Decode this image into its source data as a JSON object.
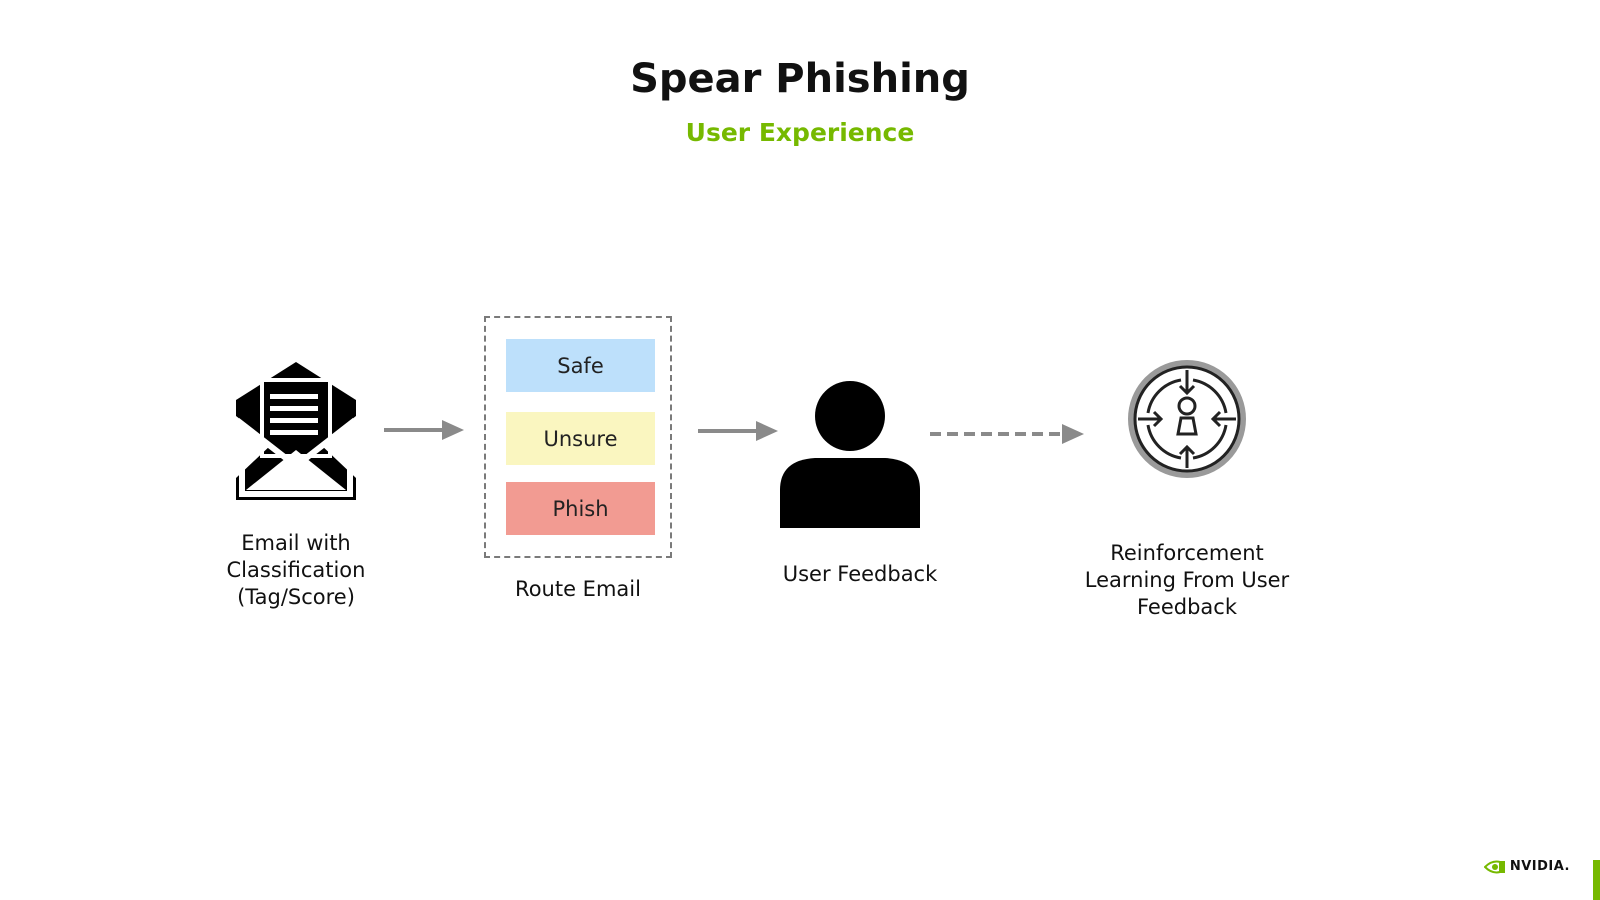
{
  "title": "Spear Phishing",
  "subtitle": "User Experience",
  "colors": {
    "accent": "#76b900",
    "safe": "#bde0fb",
    "unsure": "#faf6c0",
    "phish": "#f29b92",
    "arrow": "#8a8a8a"
  },
  "nodes": {
    "email": {
      "icon": "open-envelope-icon",
      "label_lines": [
        "Email with",
        "Classification",
        "(Tag/Score)"
      ]
    },
    "route": {
      "label": "Route Email",
      "categories": [
        {
          "label": "Safe",
          "color": "#bde0fb"
        },
        {
          "label": "Unsure",
          "color": "#faf6c0"
        },
        {
          "label": "Phish",
          "color": "#f29b92"
        }
      ]
    },
    "user": {
      "icon": "person-icon",
      "label": "User Feedback"
    },
    "rl": {
      "icon": "target-person-arrows-icon",
      "label_lines": [
        "Reinforcement",
        "Learning From User",
        "Feedback"
      ]
    }
  },
  "edges": [
    {
      "from": "email",
      "to": "route",
      "style": "solid"
    },
    {
      "from": "route",
      "to": "user",
      "style": "solid"
    },
    {
      "from": "user",
      "to": "rl",
      "style": "dashed"
    }
  ],
  "footer": {
    "logo_text": "NVIDIA.",
    "logo_icon": "nvidia-eye-icon"
  }
}
